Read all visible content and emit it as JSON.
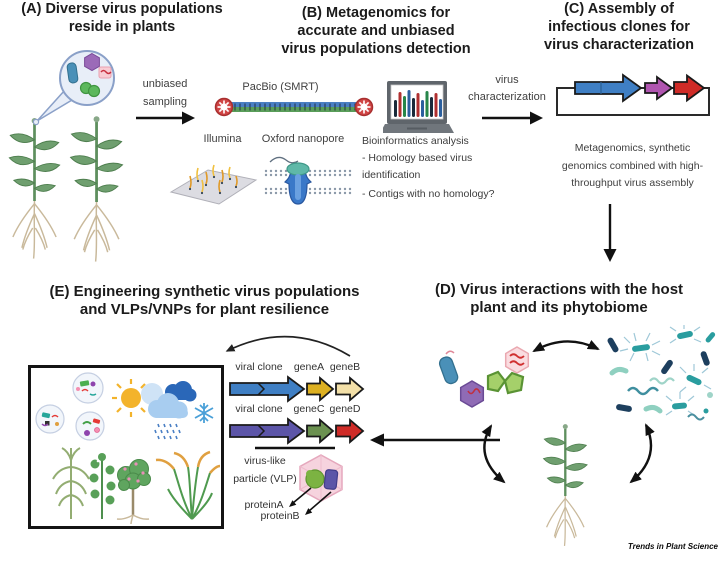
{
  "figure": {
    "watermark": "Trends in Plant Science"
  },
  "colors": {
    "gene_blue": "#3f7fc4",
    "gene_gold": "#ddb021",
    "gene_cream": "#f3e0a8",
    "gene_purple": "#5c55a8",
    "gene_green": "#6b9150",
    "gene_red": "#cf2b27",
    "plasmid_purple": "#b055b0",
    "vlp_pink": "#f6d3de",
    "protein_a": "#7cb342",
    "protein_b": "#5c55a8",
    "plant_green": "#6f9f6f",
    "microbe_teal": "#2a9d9f",
    "microbe_navy": "#1d3f5e"
  },
  "panel_a": {
    "title1": "(A) Diverse virus populations",
    "title2": "reside in plants"
  },
  "flow": {
    "ab1": "unbiased",
    "ab2": "sampling",
    "bc1": "virus",
    "bc2": "characterization"
  },
  "panel_b": {
    "title1": "(B) Metagenomics for",
    "title2": "accurate and unbiased",
    "title3": "virus populations detection",
    "pacbio": "PacBio (SMRT)",
    "illumina": "Illumina",
    "nanopore": "Oxford nanopore",
    "bio1": "Bioinformatics analysis",
    "bio2": "- Homology based virus",
    "bio3": "identification",
    "bio4": "- Contigs with no homology?"
  },
  "panel_c": {
    "title1": "(C) Assembly of",
    "title2": "infectious clones for",
    "title3": "virus characterization",
    "note1": "Metagenomics, synthetic",
    "note2": "genomics combined with high-",
    "note3": "throughput virus assembly"
  },
  "panel_d": {
    "title1": "(D) Virus interactions with the host",
    "title2": "plant and its phytobiome"
  },
  "panel_e": {
    "title1": "(E) Engineering synthetic virus populations",
    "title2": "and VLPs/VNPs for plant resilience",
    "c1_label": "viral clone",
    "c1_gene1": "geneA",
    "c1_gene2": "geneB",
    "c2_label": "viral clone",
    "c2_gene1": "geneC",
    "c2_gene2": "geneD",
    "vlp1": "virus-like",
    "vlp2": "particle (VLP)",
    "proteinA": "proteinA",
    "proteinB": "proteinB"
  }
}
